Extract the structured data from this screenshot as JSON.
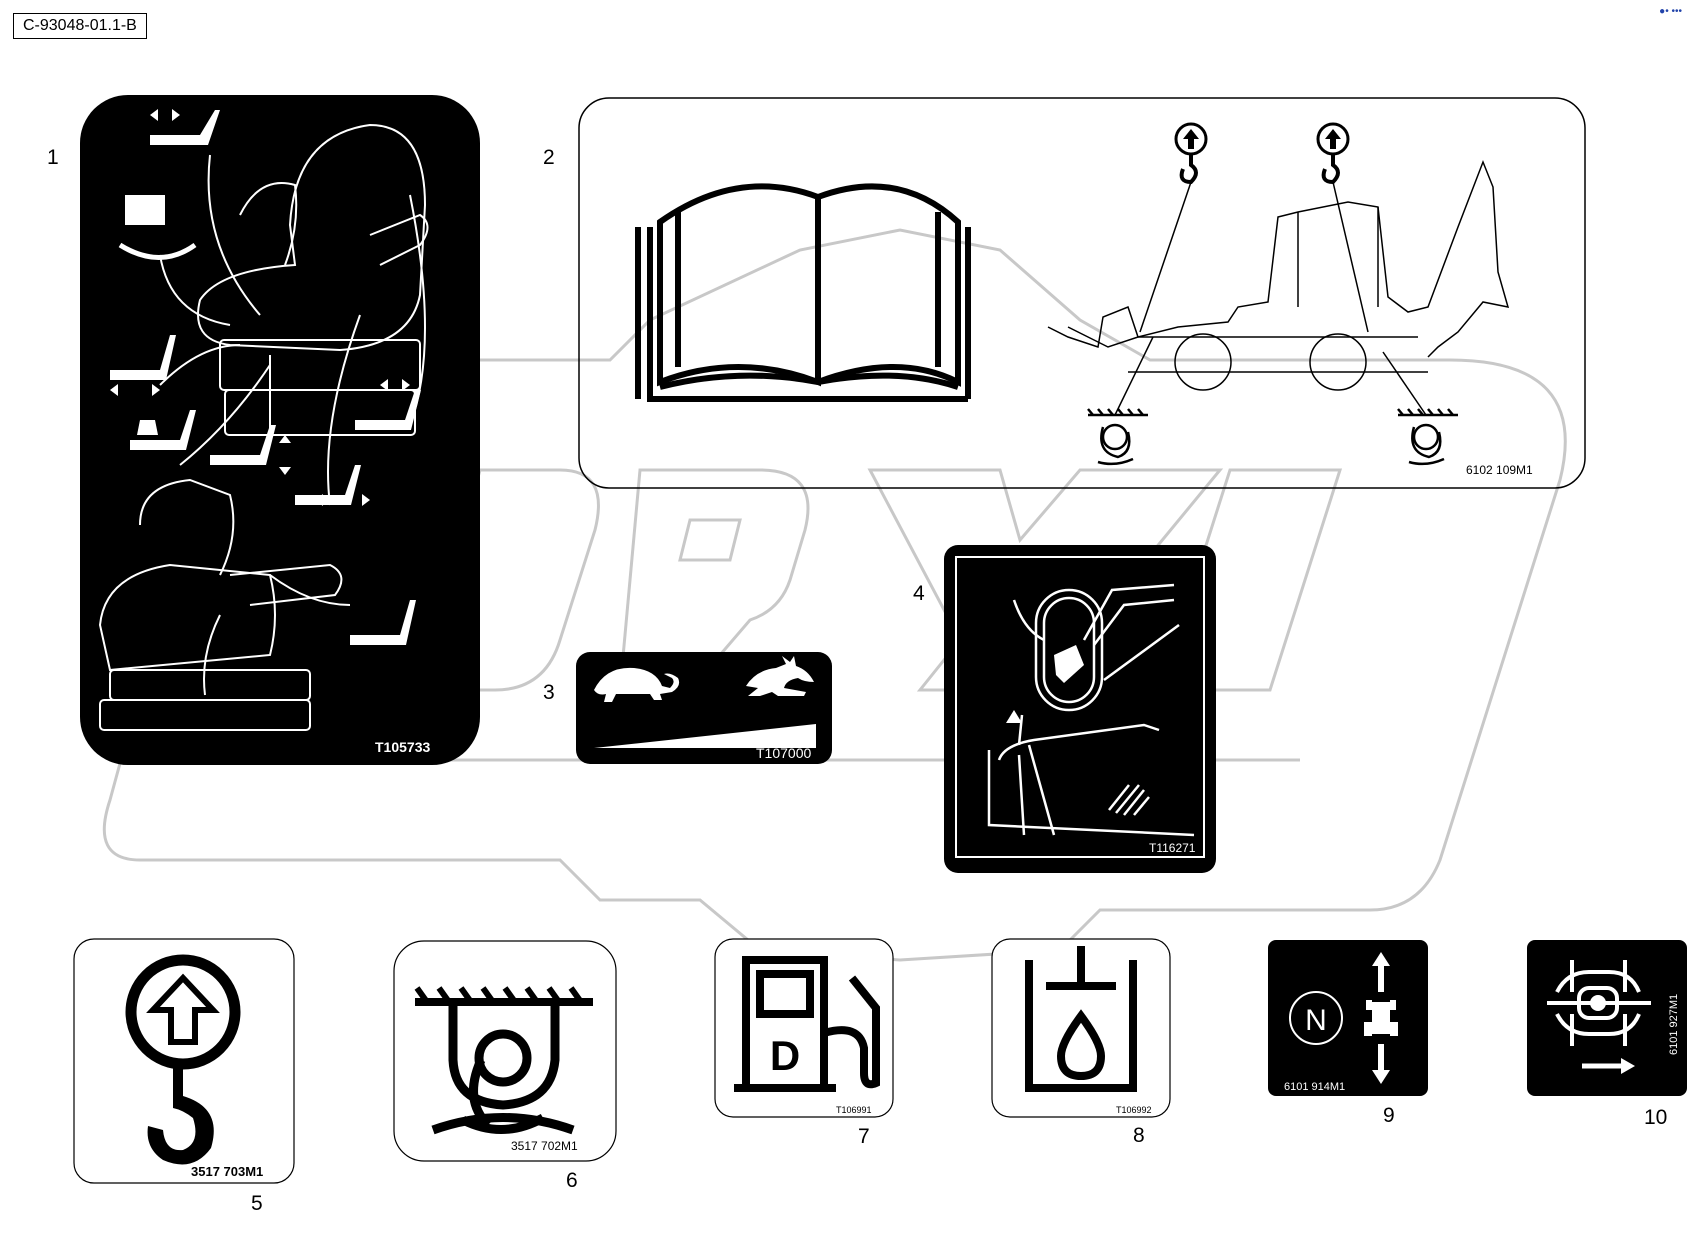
{
  "reference_code": "C-93048-01.1-B",
  "corner_mark": "●• •••",
  "callouts": [
    "1",
    "2",
    "3",
    "4",
    "5",
    "6",
    "7",
    "8",
    "9",
    "10"
  ],
  "decals": [
    {
      "item": "1",
      "part_number": "T105733",
      "icon": "seat-adjustment-icon"
    },
    {
      "item": "2",
      "part_number": "6102 109M1",
      "icon": "operator-manual-lift-tie-down-icon"
    },
    {
      "item": "3",
      "part_number": "T107000",
      "icon": "speed-turtle-rabbit-icon"
    },
    {
      "item": "4",
      "part_number": "T116271",
      "icon": "door-latch-icon"
    },
    {
      "item": "5",
      "part_number": "3517 703M1",
      "icon": "lifting-point-icon"
    },
    {
      "item": "6",
      "part_number": "3517 702M1",
      "icon": "tie-down-point-icon"
    },
    {
      "item": "7",
      "part_number": "T106991",
      "icon": "diesel-fuel-icon"
    },
    {
      "item": "8",
      "part_number": "T106992",
      "icon": "hydraulic-oil-icon"
    },
    {
      "item": "9",
      "part_number": "6101 914M1",
      "icon": "neutral-travel-direction-icon"
    },
    {
      "item": "10",
      "part_number": "6101 927M1",
      "icon": "differential-lock-icon"
    }
  ],
  "colors": {
    "decal_black": "#000000",
    "watermark_gray": "#c8c8c8"
  }
}
